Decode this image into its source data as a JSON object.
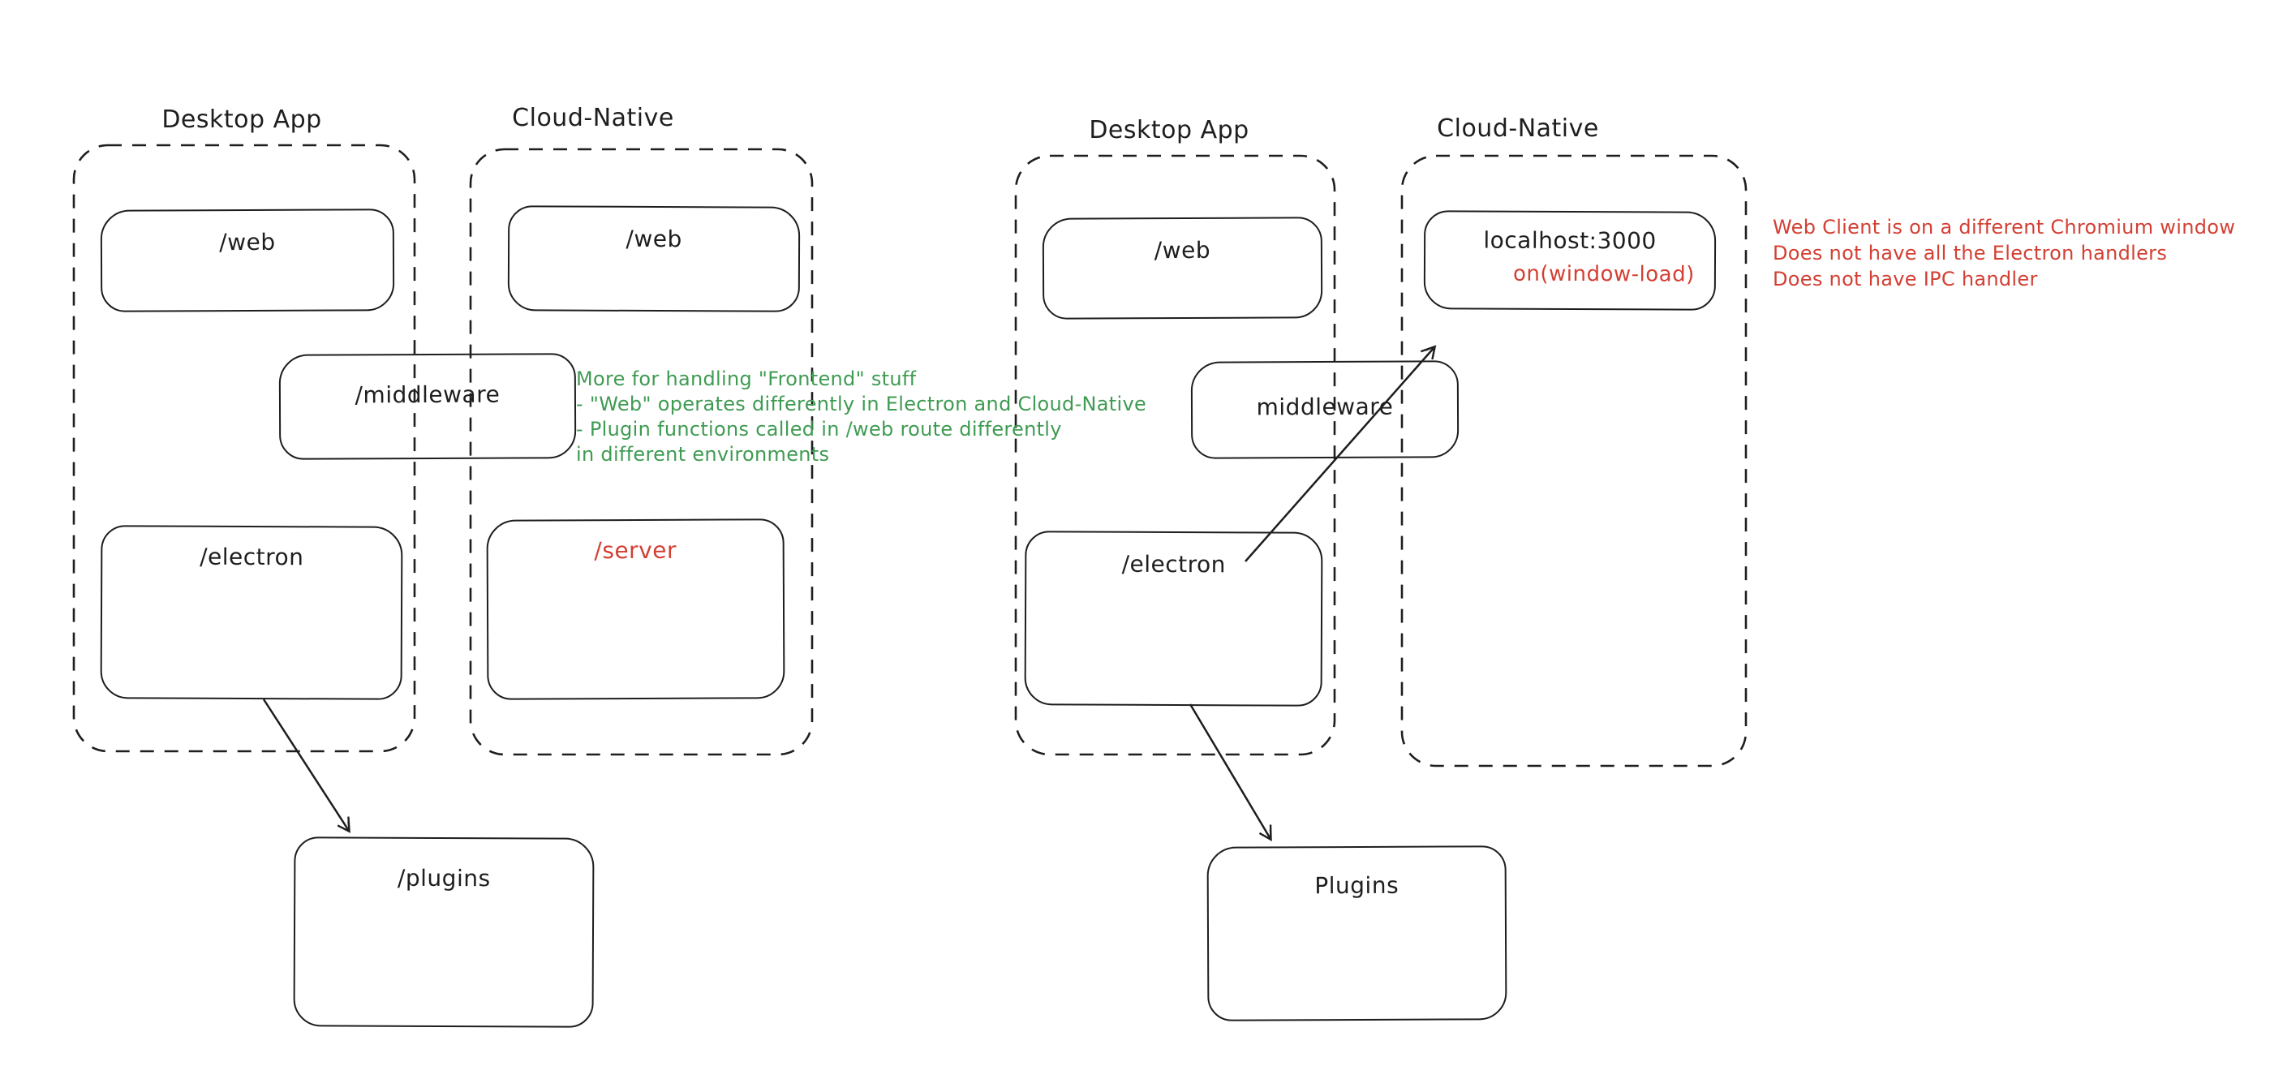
{
  "colors": {
    "ink": "#1e1e1e",
    "red": "#d33f33",
    "green": "#3f9b52",
    "paper": "#ffffff"
  },
  "left": {
    "desktop": {
      "title": "Desktop App",
      "web": "/web",
      "electron": "/electron"
    },
    "cloud": {
      "title": "Cloud-Native",
      "web": "/web",
      "server": "/server"
    },
    "middleware": "/middleware",
    "plugins": "/plugins",
    "green_note": {
      "lines": [
        "More for handling \"Frontend\" stuff",
        "- \"Web\" operates differently in Electron and Cloud-Native",
        "- Plugin functions called in /web route differently",
        "in different environments"
      ]
    }
  },
  "right": {
    "desktop": {
      "title": "Desktop App",
      "web": "/web",
      "electron": "/electron"
    },
    "cloud": {
      "title": "Cloud-Native",
      "localhost": "localhost:3000",
      "on_window_load": "on(window-load)"
    },
    "middleware": "middleware",
    "plugins": "Plugins",
    "red_note": {
      "lines": [
        "Web Client is on a different Chromium window",
        "Does not have all the Electron handlers",
        "Does not have IPC handler"
      ]
    }
  }
}
